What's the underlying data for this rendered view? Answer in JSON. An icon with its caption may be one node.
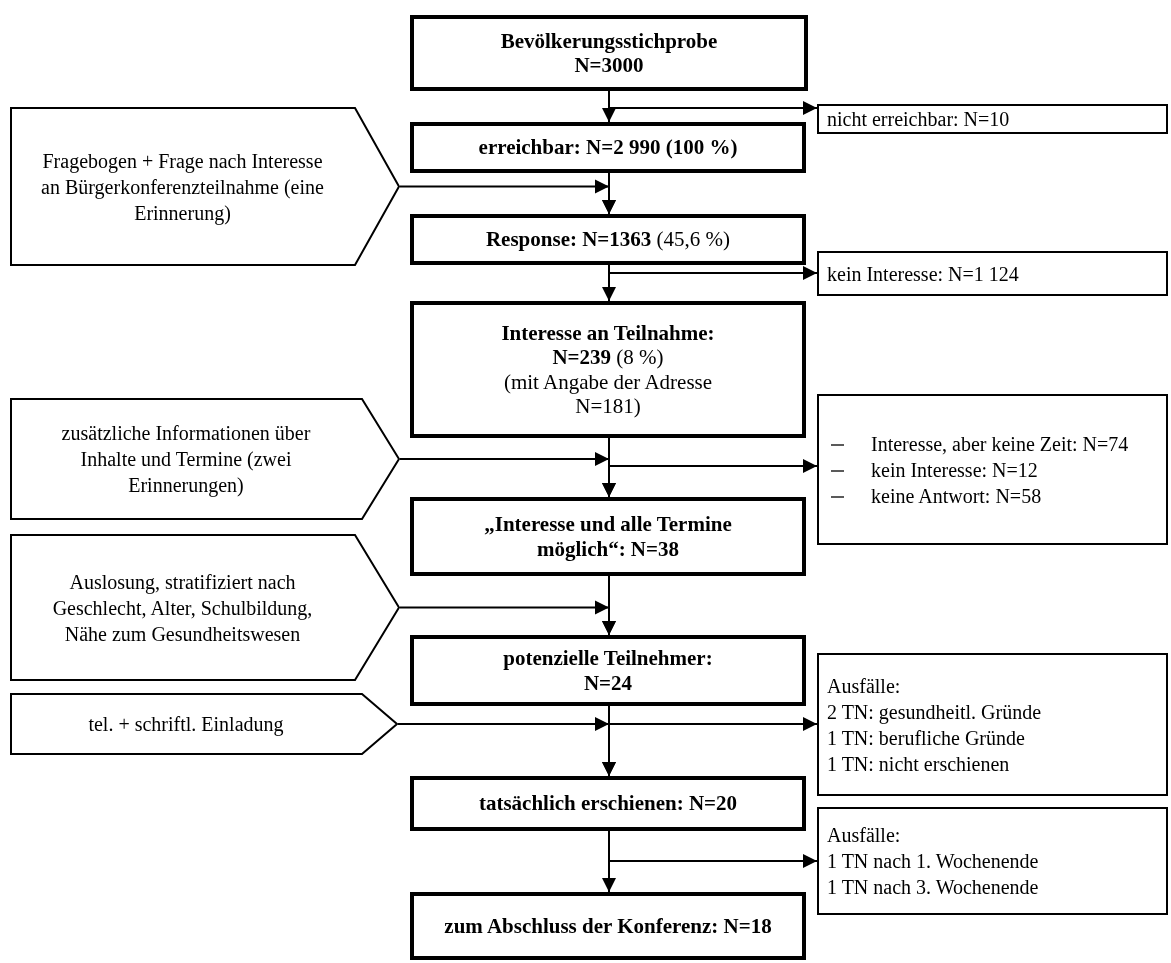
{
  "diagram": {
    "nodes": [
      {
        "text": [
          "Bevölkerungsstichprobe",
          "N=3000"
        ]
      },
      {
        "text": [
          "nicht erreichbar: N=10"
        ]
      },
      {
        "text": [
          "Fragebogen + Frage nach Interesse an Bürgerkonferenzteilnahme (eine Erinnerung)"
        ]
      },
      {
        "text": [
          "erreichbar: N=2 990 (100 %)"
        ]
      },
      {
        "text": [
          "**Response: N=1363** (45,6 %)"
        ]
      },
      {
        "text": [
          "kein Interesse: N=1 124"
        ]
      },
      {
        "text": [
          "**Interesse an Teilnahme: N=239** (8 %)",
          "(mit Angabe der Adresse N=181)"
        ]
      },
      {
        "text": [
          "zusätzliche Informationen über Inhalte und Termine (zwei Erinnerungen)"
        ]
      },
      {
        "text": [
          "Interesse, aber keine Zeit: N=74",
          "kein Interesse: N=12",
          "keine Antwort: N=58"
        ]
      },
      {
        "text": [
          "„Interesse und alle Termine möglich“: N=38"
        ]
      },
      {
        "text": [
          "Auslosung, stratifiziert nach Geschlecht, Alter, Schulbildung, Nähe zum Gesundheitswesen"
        ]
      },
      {
        "text": [
          "potenzielle Teilnehmer: N=24"
        ]
      },
      {
        "text": [
          "tel. + schriftl. Einladung"
        ]
      },
      {
        "text": [
          "Ausfälle:",
          "2 TN: gesundheitl. Gründe",
          "1 TN: berufliche Gründe",
          "1 TN: nicht erschienen"
        ]
      },
      {
        "text": [
          "tatsächlich erschienen: N=20"
        ]
      },
      {
        "text": [
          "Ausfälle:",
          "1 TN nach 1. Wochenende",
          "1 TN nach 3. Wochenende"
        ]
      },
      {
        "text": [
          "zum Abschluss der Konferenz: N=18"
        ]
      }
    ],
    "edges": [
      {
        "from": 0,
        "to": 3,
        "arrow": "to"
      },
      {
        "from": 0,
        "to": 1,
        "arrow": "to"
      },
      {
        "from": 2,
        "to": 4,
        "arrow": "to"
      },
      {
        "from": 3,
        "to": 4,
        "arrow": "to"
      },
      {
        "from": 4,
        "to": 6,
        "arrow": "to"
      },
      {
        "from": 4,
        "to": 5,
        "arrow": "to"
      },
      {
        "from": 6,
        "to": 9,
        "arrow": "to"
      },
      {
        "from": 6,
        "to": 8,
        "arrow": "to"
      },
      {
        "from": 7,
        "to": 9,
        "arrow": "to"
      },
      {
        "from": 9,
        "to": 11,
        "arrow": "to"
      },
      {
        "from": 10,
        "to": 11,
        "arrow": "to"
      },
      {
        "from": 11,
        "to": 14,
        "arrow": "to"
      },
      {
        "from": 11,
        "to": 13,
        "arrow": "to"
      },
      {
        "from": 12,
        "to": 14,
        "arrow": "to"
      },
      {
        "from": 14,
        "to": 16,
        "arrow": "to"
      },
      {
        "from": 14,
        "to": 15,
        "arrow": "to"
      }
    ]
  }
}
